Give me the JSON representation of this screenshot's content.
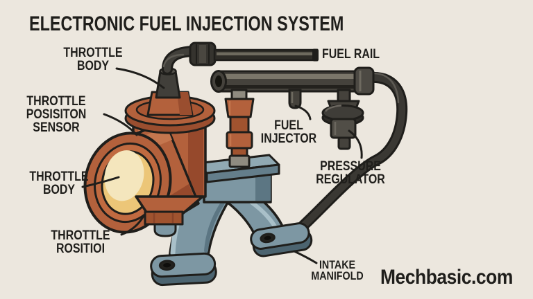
{
  "title": "ELECTRONIC FUEL INJECTION SYSTEM",
  "watermark": "Mechbasic.com",
  "labels": {
    "throttle_body_top": [
      "THROTTLE",
      "BODY"
    ],
    "throttle_position_sensor": [
      "THROTTLE",
      "POSISITON",
      "SENSOR"
    ],
    "throttle_body_left": [
      "THROTTLE",
      "BODY"
    ],
    "throttle_position_bottom": [
      "THROTTLE",
      "ROSITIOI"
    ],
    "fuel_rail": [
      "FUEL RAIL"
    ],
    "fuel_injector": [
      "FUEL",
      "INJECTOR"
    ],
    "pressure_regulator": [
      "PRESSURE",
      "REGULATOR"
    ],
    "intake_manifold": [
      "INTAKE",
      "MANIFOLD"
    ]
  },
  "palette": {
    "background": "#ECE7DE",
    "ink": "#1F1E1B",
    "throttle_body_terracotta": "#B3613C",
    "terracotta_shadow": "#96492C",
    "terracotta_highlight": "#C4764E",
    "bore_cream": "#F4E6BD",
    "bore_amber": "#ECC678",
    "manifold_blue_gray": "#7D97A3",
    "manifold_highlight": "#A9C0C9",
    "manifold_shadow": "#5C7683",
    "rubber_dark": "#413F3A",
    "rail_gray": "#45423C",
    "metal_gray": "#8F8B80"
  }
}
